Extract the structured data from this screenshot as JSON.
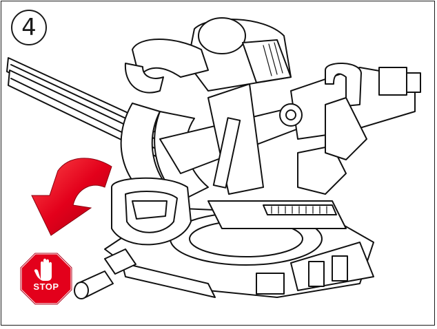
{
  "step": {
    "number": "4"
  },
  "stop_sign": {
    "label": "STOP",
    "color": "#e3001b"
  },
  "arrow": {
    "color": "#e3001b",
    "direction": "down-left"
  },
  "icons": [
    "miter-saw-illustration",
    "rotate-arrow-icon",
    "stop-hand-icon"
  ]
}
